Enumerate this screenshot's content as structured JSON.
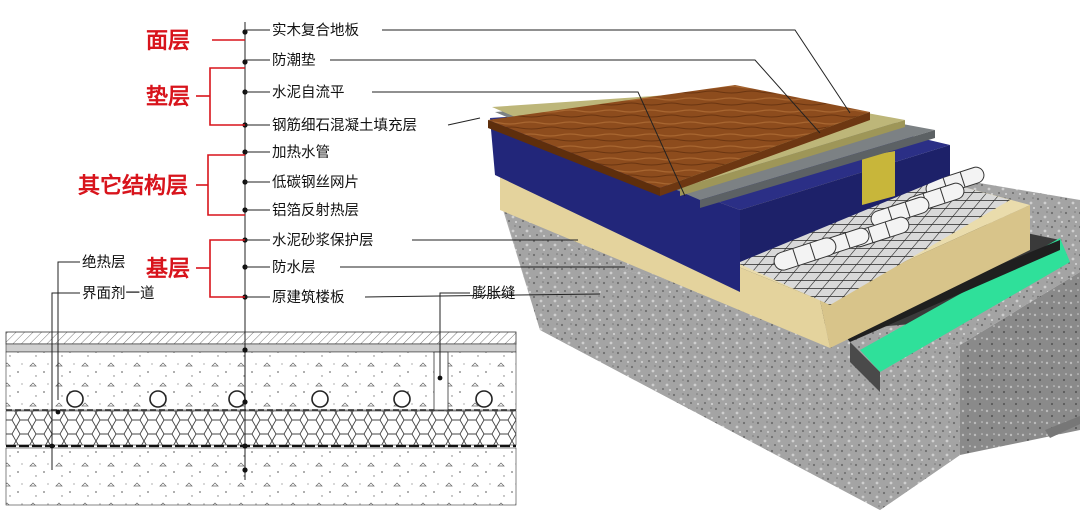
{
  "categories": {
    "surface": "面层",
    "cushion": "垫层",
    "other_structure": "其它结构层",
    "base": "基层"
  },
  "layer_labels": [
    "实木复合地板",
    "防潮垫",
    "水泥自流平",
    "钢筋细石混凝土填充层",
    "加热水管",
    "低碳钢丝网片",
    "铝箔反射热层",
    "水泥砂浆保护层",
    "防水层",
    "原建筑楼板"
  ],
  "side_labels": {
    "insulation": "绝热层",
    "interface_agent": "界面剂一道"
  },
  "joint_label": "膨胀缝",
  "colors": {
    "category_red": "#d8141c",
    "wood": "#8a4a1c",
    "moisture_pad": "#b9b27a",
    "self_leveling": "#7c8184",
    "filler_navy": "#25297a",
    "protection_tan": "#e8d8a8",
    "waterproof_green": "#2fe09a",
    "slab_gray": "#9a9a9a"
  }
}
